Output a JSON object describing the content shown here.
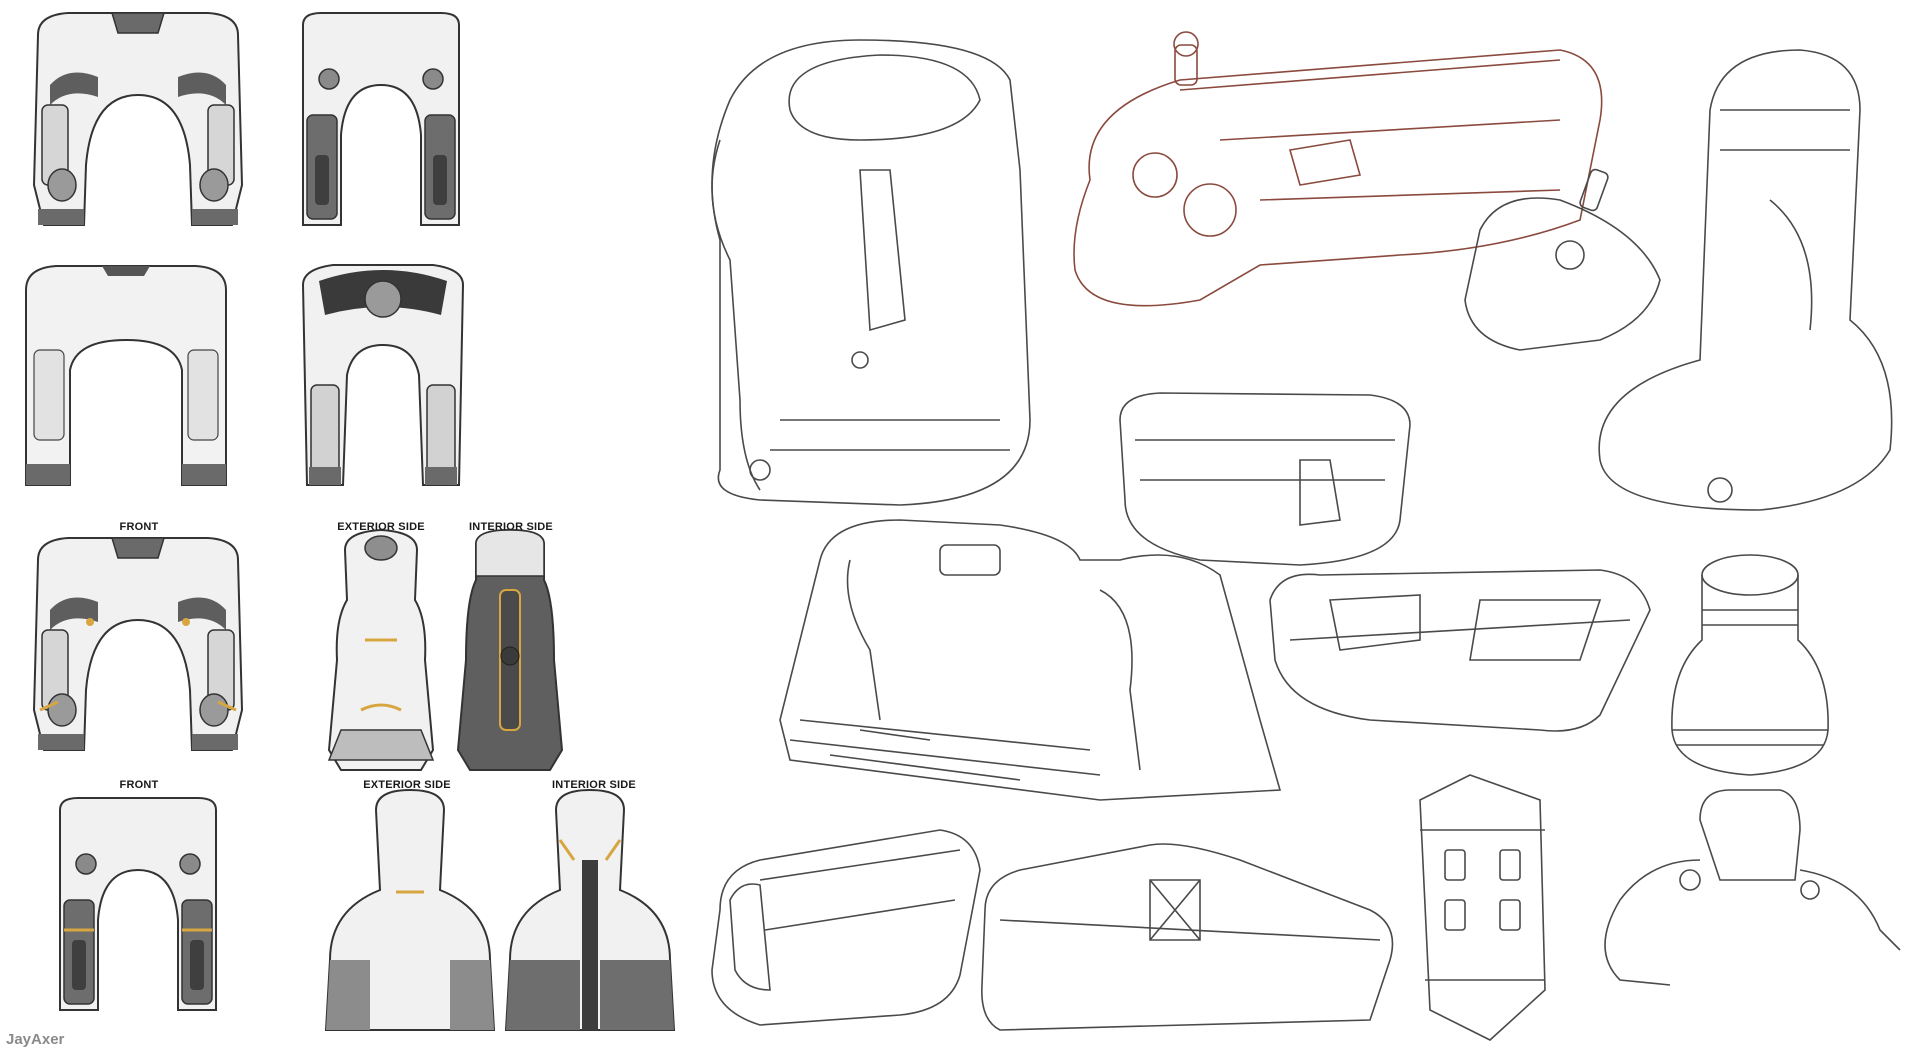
{
  "labels": {
    "front_1": "FRONT",
    "exterior_side_1": "EXTERIOR SIDE",
    "interior_side_1": "INTERIOR SIDE",
    "front_2": "FRONT",
    "exterior_side_2": "EXTERIOR SIDE",
    "interior_side_2": "INTERIOR SIDE"
  },
  "signature": "JayAxer",
  "colors": {
    "background": "#ffffff",
    "body_light": "#f0f0f0",
    "body_mid": "#c9c9c9",
    "body_dark": "#5a5a5a",
    "outline": "#333333",
    "accent": "#d8a640",
    "sketch_line": "#4a4a4a",
    "sketch_red": "#8a4a3e"
  }
}
